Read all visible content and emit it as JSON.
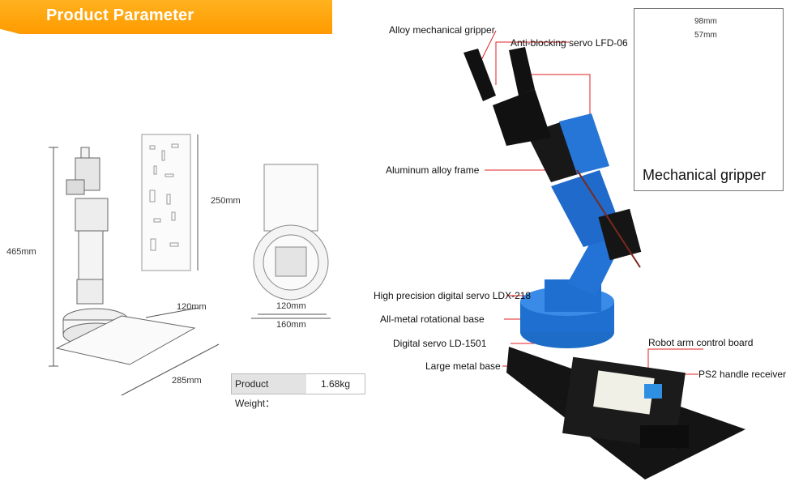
{
  "banner": {
    "title": "Product Parameter"
  },
  "dimensions": {
    "height_total": "465mm",
    "plate_height": "250mm",
    "base_width": "120mm",
    "base_length": "285mm",
    "disc_inner": "120mm",
    "disc_outer": "160mm"
  },
  "weight": {
    "label": "Product Weight：",
    "value": "1.68kg"
  },
  "inset": {
    "caption": "Mechanical gripper",
    "dim_outer": "98mm",
    "dim_inner": "57mm"
  },
  "callouts": {
    "alloy_gripper": "Alloy mechanical gripper",
    "anti_blocking_servo": "Anti-blocking servo LFD-06",
    "aluminum_frame": "Aluminum alloy frame",
    "high_precision_servo": "High precision digital servo LDX-218",
    "rotational_base": "All-metal rotational base",
    "digital_servo": "Digital servo LD-1501",
    "large_base": "Large metal base",
    "control_board": "Robot arm control board",
    "ps2_receiver": "PS2 handle receiver"
  },
  "colors": {
    "banner": "#ff9f00",
    "arm_blue": "#1f6fd1",
    "callout_line": "#e02020"
  }
}
